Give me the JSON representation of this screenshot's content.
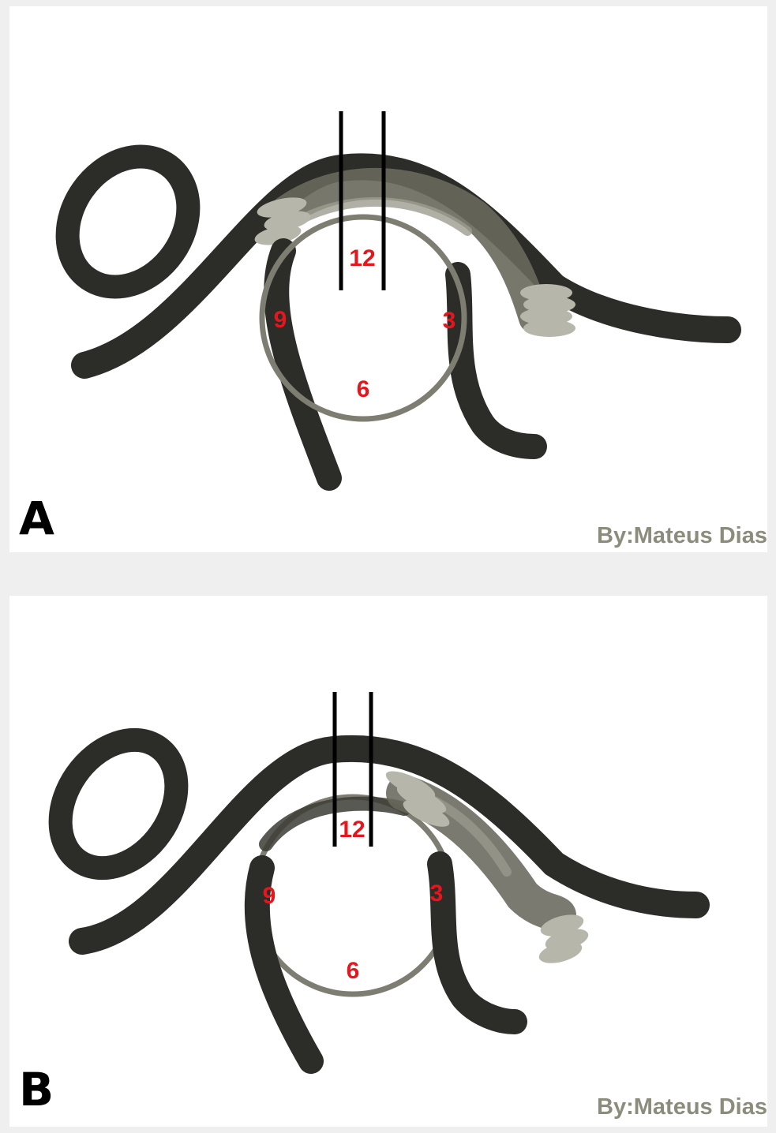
{
  "colors": {
    "tube": "#2c2c28",
    "ring": "#7d7d72",
    "ligament": "#68685c",
    "ligament_light": "#9c9c90",
    "fimbria": "#b6b6aa",
    "label": "#e3171d",
    "credit": "#8c8c7c",
    "letter": "#000000"
  },
  "panels": [
    {
      "letter": "A",
      "credit": "By:Mateus Dias",
      "clock": {
        "twelve": "12",
        "three": "3",
        "six": "6",
        "nine": "9"
      }
    },
    {
      "letter": "B",
      "credit": "By:Mateus Dias",
      "clock": {
        "twelve": "12",
        "three": "3",
        "six": "6",
        "nine": "9"
      }
    }
  ]
}
